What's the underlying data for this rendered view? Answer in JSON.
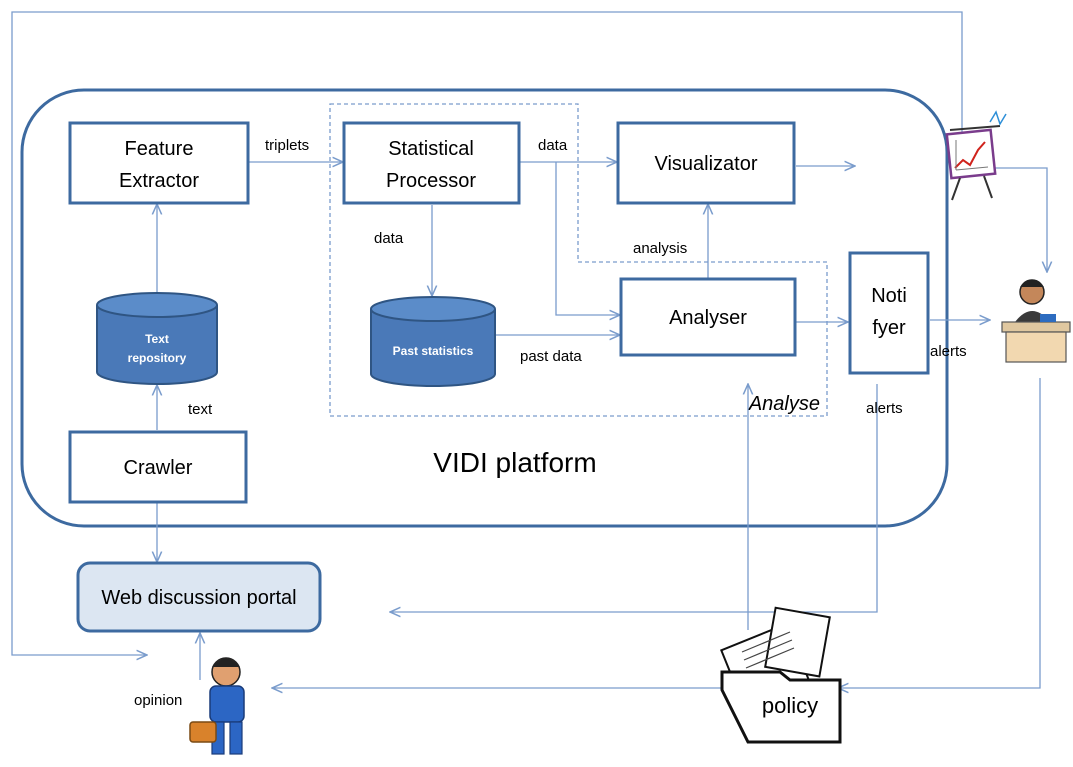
{
  "platform": {
    "label": "VIDI platform"
  },
  "analyse_region": {
    "label": "Analyse"
  },
  "nodes": {
    "feature_extractor": {
      "line1": "Feature",
      "line2": "Extractor"
    },
    "statistical_processor": {
      "line1": "Statistical",
      "line2": "Processor"
    },
    "visualizator": {
      "label": "Visualizator"
    },
    "analyser": {
      "label": "Analyser"
    },
    "notifyer": {
      "line1": "Noti",
      "line2": "fyer"
    },
    "crawler": {
      "label": "Crawler"
    },
    "web_portal": {
      "label": "Web discussion portal"
    },
    "text_repository": {
      "line1": "Text",
      "line2": "repository"
    },
    "past_statistics": {
      "label": "Past statistics"
    },
    "policy": {
      "label": "policy"
    }
  },
  "edges": {
    "triplets": "triplets",
    "data_top": "data",
    "data_down": "data",
    "analysis": "analysis",
    "past_data": "past data",
    "text": "text",
    "alerts_right": "alerts",
    "alerts_down": "alerts",
    "opinion": "opinion"
  },
  "icons": [
    "chart-easel-icon",
    "desk-person-icon",
    "businessman-icon",
    "policy-folder-icon"
  ]
}
